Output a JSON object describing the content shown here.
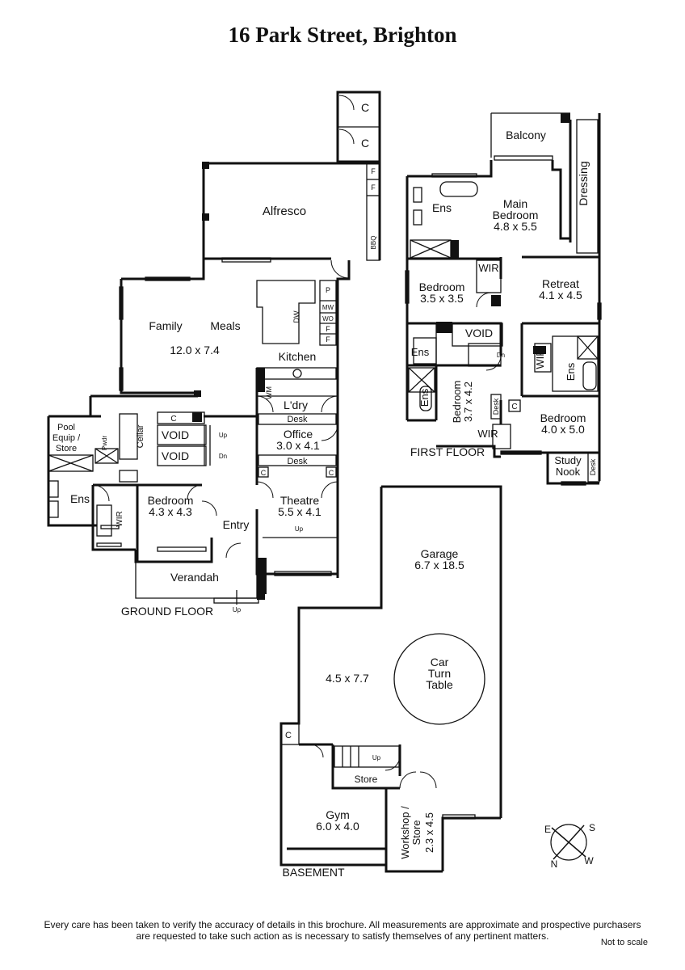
{
  "title": "16 Park Street, Brighton",
  "levels": {
    "ground": "GROUND FLOOR",
    "first": "FIRST FLOOR",
    "basement": "BASEMENT"
  },
  "ground_floor": {
    "closet_1": "C",
    "closet_2": "C",
    "fridge_1": "F",
    "fridge_2": "F",
    "bbq": "BBQ",
    "alfresco": "Alfresco",
    "family": "Family",
    "meals": "Meals",
    "family_dims": "12.0 x 7.4",
    "kitchen": "Kitchen",
    "pantry": "P",
    "microwave": "MW",
    "wall_oven": "WO",
    "fridge_3": "F",
    "fridge_4": "F",
    "dishwasher": "DW",
    "washing_machine": "WM",
    "laundry": "L'dry",
    "desk_1": "Desk",
    "office": "Office",
    "office_dims": "3.0 x 4.1",
    "desk_2": "Desk",
    "office_c_1": "C",
    "office_c_2": "C",
    "pool_equip_line1": "Pool",
    "pool_equip_line2": "Equip /",
    "pool_equip_line3": "Store",
    "powder": "Pwdr",
    "cellar": "Cellar",
    "stair_c": "C",
    "void_1": "VOID",
    "void_2": "VOID",
    "up": "Up",
    "dn": "Dn",
    "ensuite": "Ens",
    "wir": "WIR",
    "bedroom": "Bedroom",
    "bedroom_dims": "4.3 x 4.3",
    "entry": "Entry",
    "theatre": "Theatre",
    "theatre_dims": "5.5 x 4.1",
    "theatre_up": "Up",
    "verandah": "Verandah",
    "verandah_up": "Up"
  },
  "first_floor": {
    "balcony": "Balcony",
    "dressing": "Dressing",
    "ensuite_main": "Ens",
    "main_bedroom_line1": "Main",
    "main_bedroom_line2": "Bedroom",
    "main_bedroom_dims": "4.8 x 5.5",
    "wir_main": "WIR",
    "bedroom_2": "Bedroom",
    "bedroom_2_dims": "3.5 x 3.5",
    "retreat": "Retreat",
    "retreat_dims": "4.1 x 4.5",
    "void": "VOID",
    "ensuite_2": "Ens",
    "dn": "Dn",
    "ensuite_3": "Ens",
    "bedroom_3": "Bedroom",
    "bedroom_3_dims": "3.7 x 4.2",
    "desk_3": "Desk",
    "wir_3": "WIR",
    "wir_4": "WIR",
    "ensuite_4": "Ens",
    "c_4": "C",
    "bedroom_4": "Bedroom",
    "bedroom_4_dims": "4.0 x 5.0",
    "study_line1": "Study",
    "study_line2": "Nook",
    "desk_4": "Desk"
  },
  "basement": {
    "garage": "Garage",
    "garage_dims": "6.7 x 18.5",
    "garage_area_dims": "4.5 x 7.7",
    "turntable_line1": "Car",
    "turntable_line2": "Turn",
    "turntable_line3": "Table",
    "closet": "C",
    "up": "Up",
    "store": "Store",
    "gym": "Gym",
    "gym_dims": "6.0 x 4.0",
    "workshop_line1": "Workshop /",
    "workshop_line2": "Store",
    "workshop_dims": "2.3 x 4.5"
  },
  "compass": {
    "n": "N",
    "s": "S",
    "e": "E",
    "w": "W"
  },
  "disclaimer": {
    "line1": "Every care has been taken to verify the accuracy of details in this brochure.  All measurements are approximate and prospective purchasers",
    "line2": "are requested to take such action as is necessary to satisfy themselves of any pertinent matters."
  },
  "scale_note": "Not to scale"
}
